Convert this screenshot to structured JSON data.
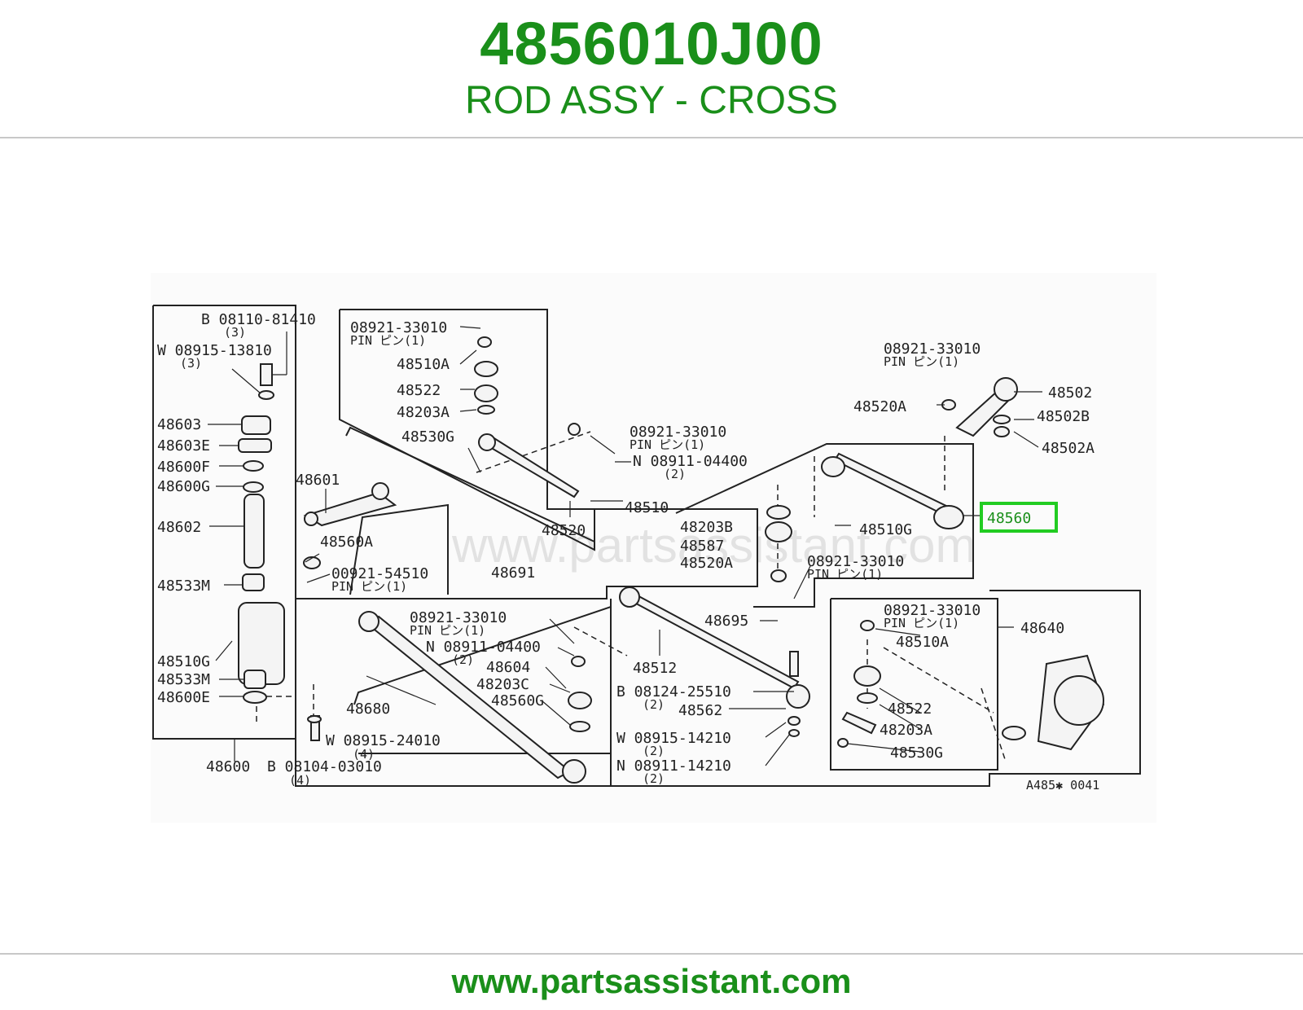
{
  "header": {
    "part_number": "4856010J00",
    "part_name": "ROD ASSY - CROSS"
  },
  "diagram": {
    "watermark": "www.partsassistant.com",
    "highlighted_part": "48560",
    "diagram_code": "A485✱ 0041",
    "labels": {
      "b_08110_81410": "B 08110-81410",
      "q3a": "(3)",
      "w_08915_13810": "W 08915-13810",
      "q3b": "(3)",
      "p48603": "48603",
      "p48603E": "48603E",
      "p48600F": "48600F",
      "p48600G": "48600G",
      "p48602": "48602",
      "p48533M_a": "48533M",
      "p48510G_a": "48510G",
      "p48533M_b": "48533M",
      "p48600E": "48600E",
      "p48600": "48600",
      "b_08104_03010": "B 08104-03010",
      "q4a": "(4)",
      "w_08915_24010": "W 08915-24010",
      "q4b": "(4)",
      "p48601": "48601",
      "p48560A": "48560A",
      "pin_00921_54510": "00921-54510",
      "pin_jp_a": "PIN ピン(1)",
      "pin_08921_33010_a": "08921-33010",
      "pin_jp_b": "PIN ピン(1)",
      "p48510A_a": "48510A",
      "p48522_a": "48522",
      "p48203A_a": "48203A",
      "p48530G_a": "48530G",
      "p48520": "48520",
      "pin_08921_33010_b": "08921-33010",
      "pin_jp_c": "PIN ピン(1)",
      "n_08911_04400_a": "N 08911-04400",
      "q2a": "(2)",
      "p48510": "48510",
      "p48691": "48691",
      "pin_08921_33010_c": "08921-33010",
      "pin_jp_d": "PIN ピン(1)",
      "n_08911_04400_b": "N 08911-04400",
      "q2b": "(2)",
      "p48604": "48604",
      "p48203C": "48203C",
      "p48560G": "48560G",
      "p48680": "48680",
      "p48512": "48512",
      "b_08124_25510": "B 08124-25510",
      "q2c": "(2)",
      "p48562": "48562",
      "w_08915_14210": "W 08915-14210",
      "q2d": "(2)",
      "n_08911_14210": "N 08911-14210",
      "q2e": "(2)",
      "p48695": "48695",
      "pin_08921_33010_d": "08921-33010",
      "pin_jp_e": "PIN ピン(1)",
      "p48520A_a": "48520A",
      "p48502": "48502",
      "p48502B": "48502B",
      "p48502A": "48502A",
      "p48203B": "48203B",
      "p48587": "48587",
      "p48520A_b": "48520A",
      "p48510G_b": "48510G",
      "pin_08921_33010_e": "08921-33010",
      "pin_jp_f": "PIN ピン(1)",
      "pin_08921_33010_f": "08921-33010",
      "pin_jp_g": "PIN ピン(1)",
      "p48510A_b": "48510A",
      "p48640": "48640",
      "p48522_b": "48522",
      "p48203A_b": "48203A",
      "p48530G_b": "48530G"
    }
  },
  "footer": {
    "url": "www.partsassistant.com"
  },
  "colors": {
    "brand_green": "#1a8f1a",
    "highlight_box": "#22cc22",
    "line": "#222222"
  }
}
